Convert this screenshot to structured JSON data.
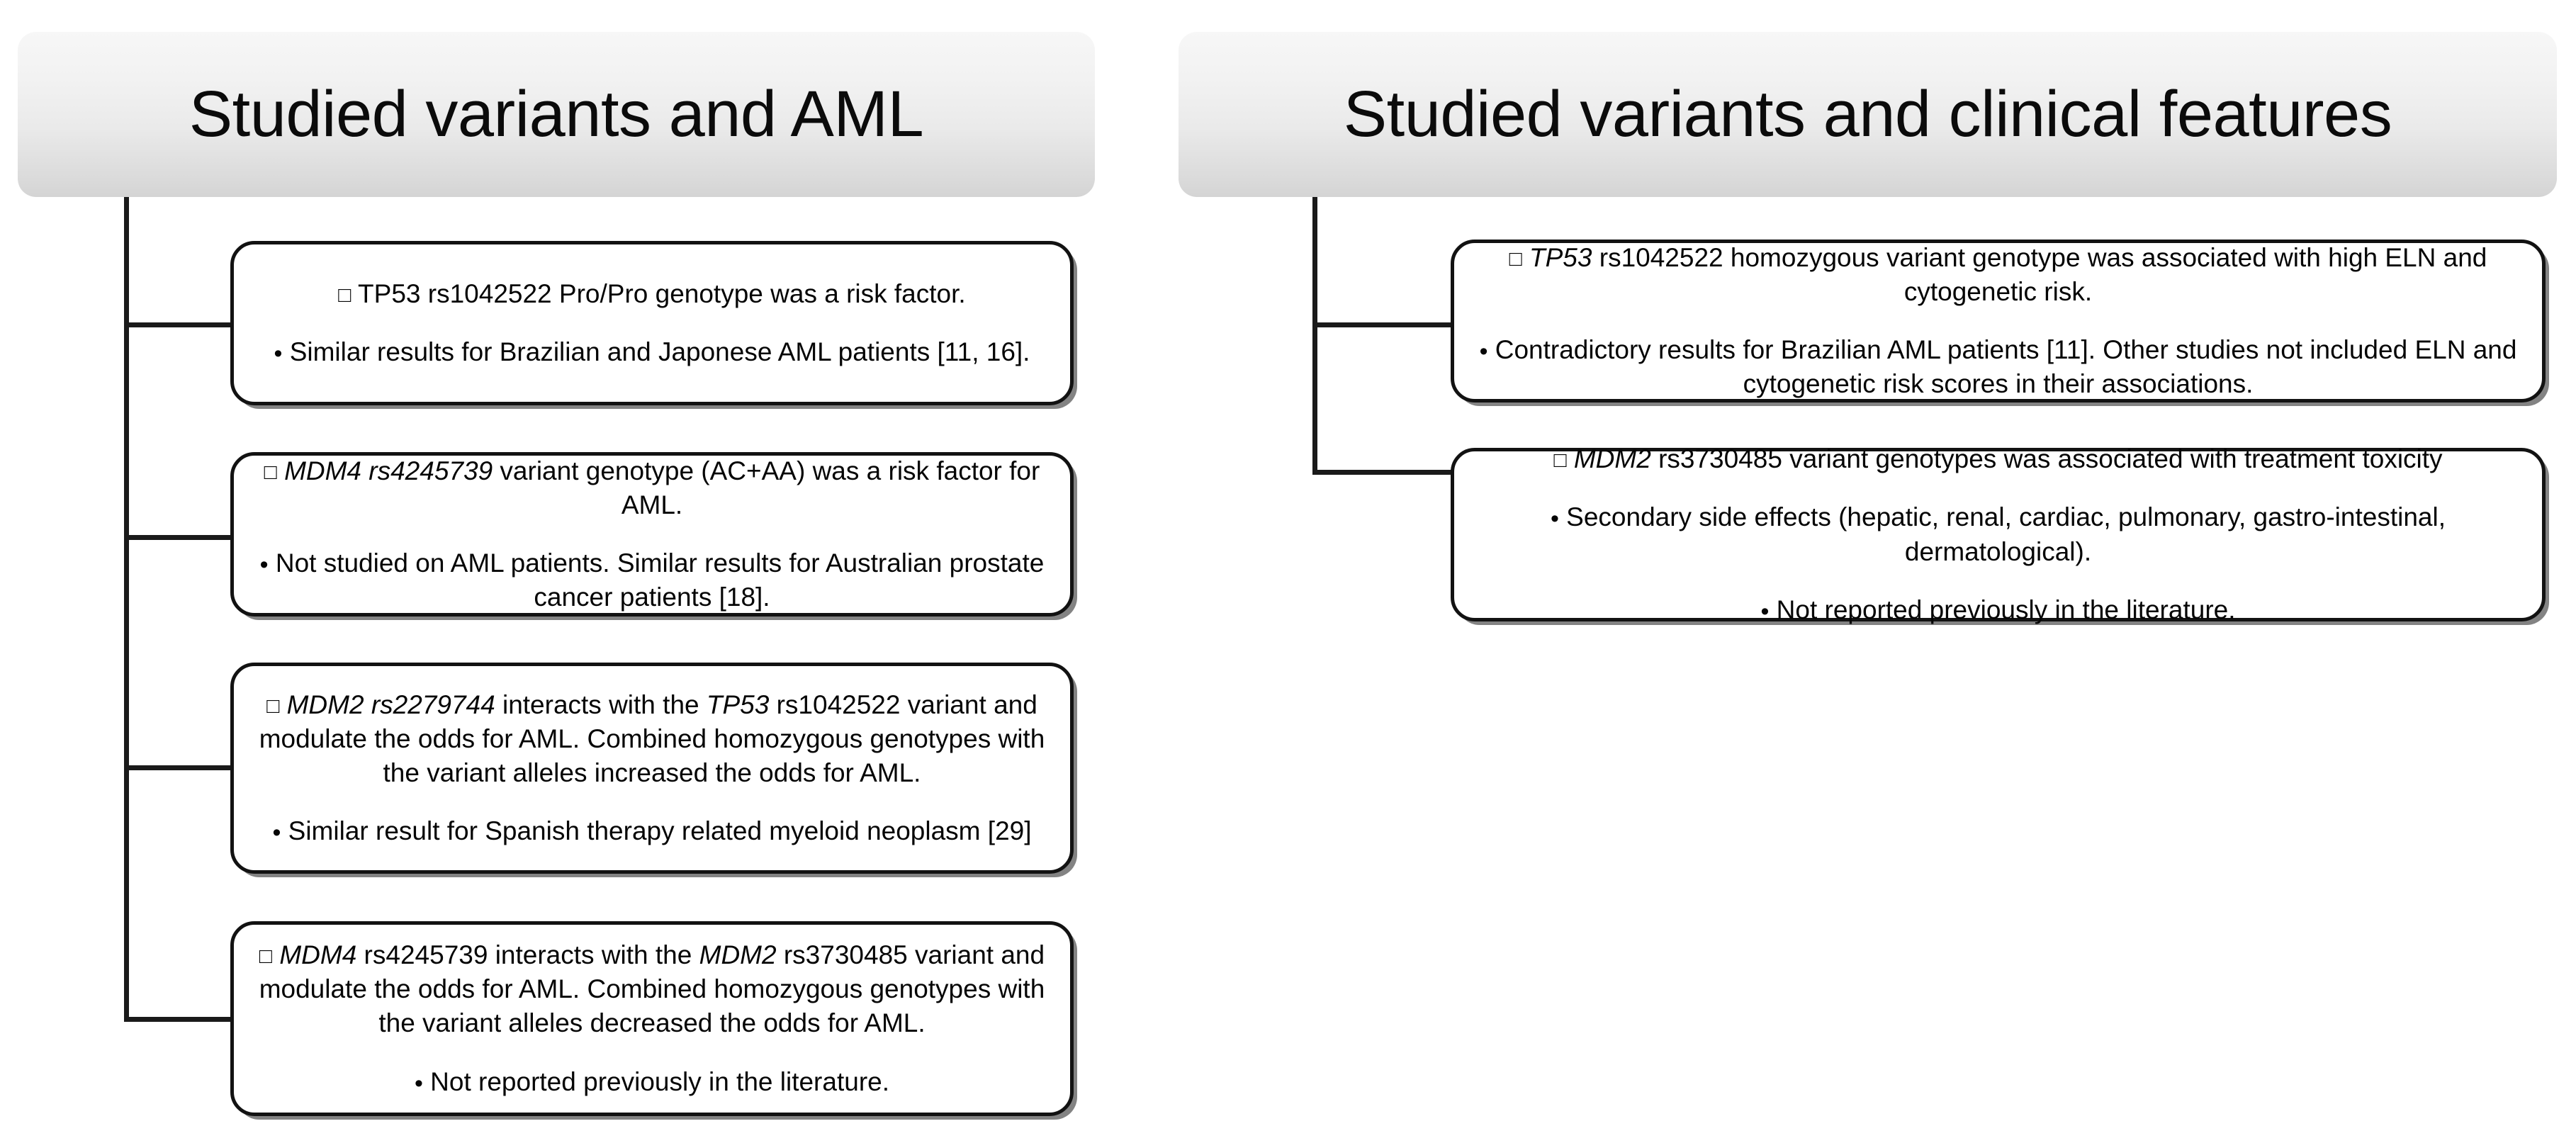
{
  "diagram": {
    "columns": [
      {
        "id": "aml-column",
        "header": {
          "title": "Studied variants and AML"
        },
        "nodes": [
          {
            "id": "tp53-rs1042522-risk",
            "lines": [
              {
                "bullet": "square",
                "segments": [
                  {
                    "text": "TP53 rs1042522 Pro/Pro genotype was a risk factor.",
                    "italic": false
                  }
                ]
              },
              {
                "bullet": "round",
                "segments": [
                  {
                    "text": "Similar results for Brazilian and Japonese AML patients [11, 16].",
                    "italic": false
                  }
                ]
              }
            ]
          },
          {
            "id": "mdm4-rs4245739-risk",
            "lines": [
              {
                "bullet": "square",
                "segments": [
                  {
                    "text": "MDM4 rs4245739",
                    "italic": true
                  },
                  {
                    "text": " variant genotype (AC+AA) was a risk factor for AML.",
                    "italic": false
                  }
                ]
              },
              {
                "bullet": "round",
                "segments": [
                  {
                    "text": "Not studied on AML patients. Similar results for Australian prostate cancer patients [18].",
                    "italic": false
                  }
                ]
              }
            ]
          },
          {
            "id": "mdm2-rs2279744-interaction",
            "lines": [
              {
                "bullet": "square",
                "segments": [
                  {
                    "text": "MDM2 rs2279744",
                    "italic": true
                  },
                  {
                    "text": " interacts with the ",
                    "italic": false
                  },
                  {
                    "text": "TP53",
                    "italic": true
                  },
                  {
                    "text": " rs1042522 variant and modulate the odds for AML. Combined homozygous genotypes with the variant alleles increased the odds for AML.",
                    "italic": false
                  }
                ]
              },
              {
                "bullet": "round",
                "segments": [
                  {
                    "text": "Similar result for Spanish therapy related myeloid neoplasm [29]",
                    "italic": false
                  }
                ]
              }
            ]
          },
          {
            "id": "mdm4-mdm2-interaction",
            "lines": [
              {
                "bullet": "square",
                "segments": [
                  {
                    "text": "MDM4",
                    "italic": true
                  },
                  {
                    "text": " rs4245739 interacts with the ",
                    "italic": false
                  },
                  {
                    "text": "MDM2",
                    "italic": true
                  },
                  {
                    "text": " rs3730485 variant and modulate the odds for AML. Combined homozygous genotypes with the variant alleles decreased the odds for AML.",
                    "italic": false
                  }
                ]
              },
              {
                "bullet": "round",
                "segments": [
                  {
                    "text": "Not reported previously in the literature.",
                    "italic": false
                  }
                ]
              }
            ]
          }
        ]
      },
      {
        "id": "clinical-features-column",
        "header": {
          "title": "Studied variants and clinical features"
        },
        "nodes": [
          {
            "id": "tp53-eln-cytogenetic-risk",
            "lines": [
              {
                "bullet": "square",
                "segments": [
                  {
                    "text": "TP53",
                    "italic": true
                  },
                  {
                    "text": " rs1042522 homozygous variant genotype was associated with high ELN and cytogenetic risk.",
                    "italic": false
                  }
                ]
              },
              {
                "bullet": "round",
                "segments": [
                  {
                    "text": "Contradictory results for Brazilian AML patients [11]. Other studies not included ELN and cytogenetic risk scores in their associations.",
                    "italic": false
                  }
                ]
              }
            ]
          },
          {
            "id": "mdm2-rs3730485-toxicity",
            "lines": [
              {
                "bullet": "square",
                "segments": [
                  {
                    "text": "MDM2",
                    "italic": true
                  },
                  {
                    "text": " rs3730485 variant genotypes was associated with treatment toxicity",
                    "italic": false
                  }
                ]
              },
              {
                "bullet": "round",
                "segments": [
                  {
                    "text": "Secondary side effects (hepatic, renal, cardiac, pulmonary, gastro-intestinal, dermatological).",
                    "italic": false
                  }
                ]
              },
              {
                "bullet": "round",
                "segments": [
                  {
                    "text": "Not reported previously in the literature.",
                    "italic": false
                  }
                ]
              }
            ]
          }
        ]
      }
    ],
    "glyphs": {
      "square_bullet": "□",
      "round_bullet": "•"
    },
    "colors": {
      "line": "#1a1a1a",
      "box_border": "#121212",
      "box_fill": "#ffffff",
      "header_gradient_top": "#f7f7f7",
      "header_gradient_bottom": "#d4d4d4",
      "text": "#050505"
    }
  }
}
